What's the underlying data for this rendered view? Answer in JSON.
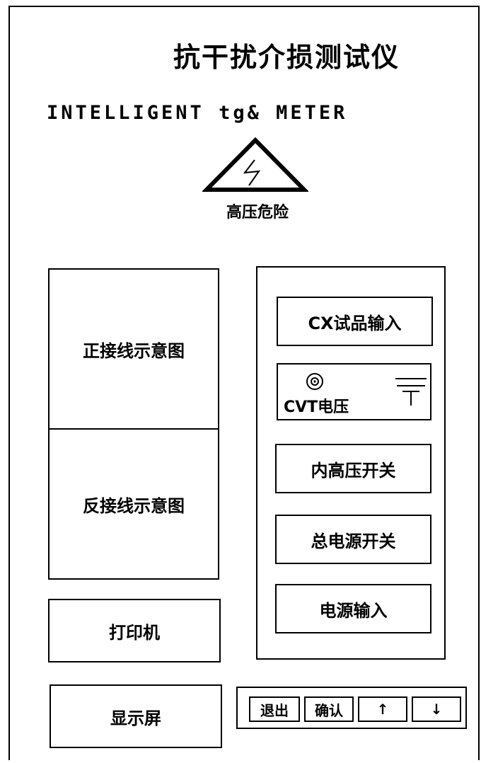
{
  "header": {
    "title": "抗干扰介损测试仪",
    "subtitle": "INTELLIGENT tg& METER",
    "warning_label": "高压危险",
    "warning_icon": "high-voltage-warning-icon"
  },
  "left": {
    "forward_diagram": "正接线示意图",
    "reverse_diagram": "反接线示意图",
    "printer": "打印机",
    "display": "显示屏"
  },
  "panel": {
    "cx_input": "CX试品输入",
    "cvt_voltage": "CVT电压",
    "cvt_icons": [
      "coaxial-connector-icon",
      "ground-icon"
    ],
    "inner_hv_switch": "内高压开关",
    "main_power_switch": "总电源开关",
    "power_input": "电源输入"
  },
  "keys": {
    "exit": "退出",
    "confirm": "确认",
    "up": "↑",
    "down": "↓"
  }
}
